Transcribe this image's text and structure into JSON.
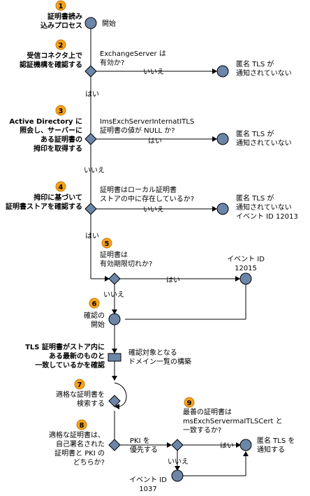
{
  "badges": [
    "1",
    "2",
    "3",
    "4",
    "5",
    "6",
    "7",
    "8",
    "9"
  ],
  "step1": {
    "label_line1": "証明書読み",
    "label_line2": "込みプロセス",
    "start": "開始"
  },
  "step2": {
    "label_line1": "受信コネクタ上で",
    "label_line2": "認証機構を確認する",
    "question_line1": "ExchangeServer は",
    "question_line2": "有効か?",
    "no": "いいえ",
    "yes": "はい",
    "result_line1": "匿名 TLS が",
    "result_line2": "通知されていない"
  },
  "step3": {
    "label_line1": "Active Directory に",
    "label_line2": "照会し、サーバーに",
    "label_line3": "ある証明書の",
    "label_line4": "拇印を取得する",
    "question_line1": "ImsExchServerInternatITLS",
    "question_line2": "証明書の値が NULL か?",
    "yes": "はい",
    "no": "いいえ",
    "result_line1": "匿名 TLS が",
    "result_line2": "通知されていない"
  },
  "step4": {
    "label_line1": "拇印に基づいて",
    "label_line2": "証明書ストアを確認する",
    "question_line1": "証明書はローカル証明書",
    "question_line2": "ストアの中に存在しているか?",
    "no": "いいえ",
    "yes": "はい",
    "result_line1": "匿名 TLS が",
    "result_line2": "通知されていない",
    "result_line3": "イベント ID 12013"
  },
  "step5": {
    "question_line1": "証明書は",
    "question_line2": "有効期限切れか?",
    "yes": "はい",
    "no": "いいえ",
    "event_line1": "イベント ID",
    "event_line2": "12015"
  },
  "step6": {
    "label_line1": "確認の",
    "label_line2": "開始"
  },
  "tls": {
    "label_line1": "TLS 証明書がストア内に",
    "label_line2": "ある最新のものと",
    "label_line3": "一致しているかを確認",
    "box_line1": "確認対象となる",
    "box_line2": "ドメイン一覧の構築"
  },
  "step7": {
    "label_line1": "適格な証明書を",
    "label_line2": "検索する"
  },
  "step8": {
    "label_line1": "適格な証明書は、",
    "label_line2": "自己署名された",
    "label_line3": "証明書と PKI の",
    "label_line4": "どちらか?",
    "pki_line1": "PKI を",
    "pki_line2": "優先する"
  },
  "step9": {
    "question_line1": "最善の証明書は",
    "question_line2": "msExchServermaITLSCert と",
    "question_line3": "一致するか?",
    "yes": "はい",
    "no": "いいえ",
    "result_line1": "匿名 TLS を",
    "result_line2": "通知する",
    "event_line1": "イベント ID",
    "event_line2": "1037"
  }
}
